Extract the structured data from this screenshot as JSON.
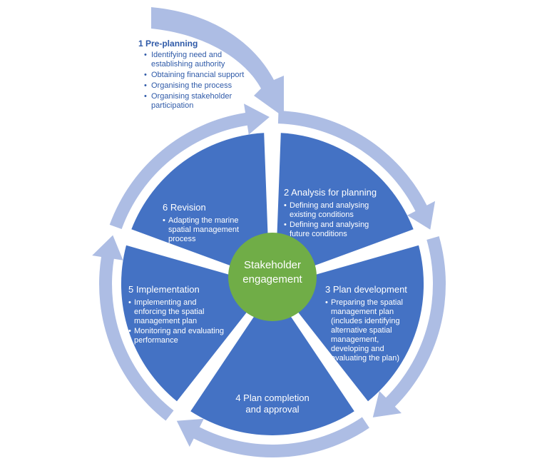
{
  "colors": {
    "segment": "#4472c4",
    "arrow": "#adbde4",
    "center": "#70ad47",
    "preplanning_text": "#2f5aa8"
  },
  "preplanning": {
    "title": "1 Pre-planning",
    "bullets": [
      "Identifying need and establishing authority",
      "Obtaining financial support",
      "Organising the process",
      "Organising stakeholder participation"
    ]
  },
  "center": {
    "line1": "Stakeholder",
    "line2": "engagement"
  },
  "segments": [
    {
      "title": "2 Analysis for planning",
      "bullets": [
        "Defining and analysing existing conditions",
        "Defining and analysing future conditions"
      ]
    },
    {
      "title": "3 Plan development",
      "bullets": [
        "Preparing the spatial management plan (includes identifying alternative spatial management, developing and evaluating the plan)"
      ]
    },
    {
      "title": "4 Plan completion and approval",
      "bullets": []
    },
    {
      "title": "5 Implementation",
      "bullets": [
        "Implementing and enforcing the spatial management plan",
        "Monitoring and evaluating performance"
      ]
    },
    {
      "title": "6 Revision",
      "bullets": [
        "Adapting the marine spatial management process"
      ]
    }
  ]
}
